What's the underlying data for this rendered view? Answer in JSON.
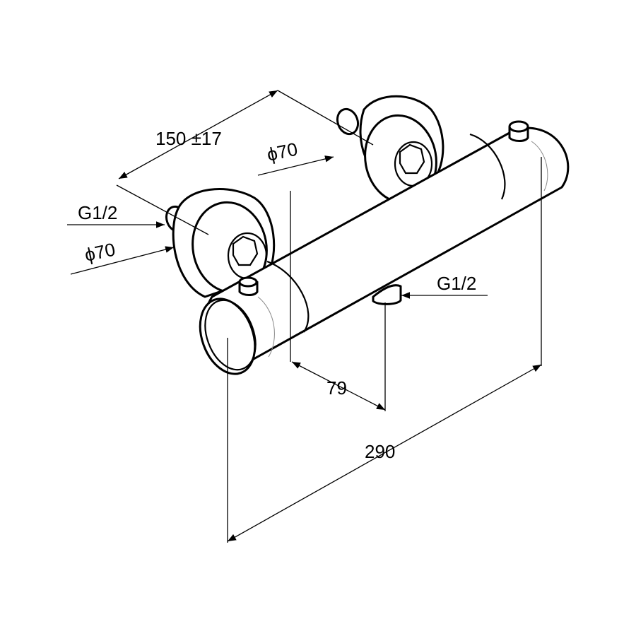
{
  "title": "Thermostatic shower mixer dimension drawing",
  "dimensions": {
    "spacing": "150 ±17",
    "flange_diameter_top": "ϕ70",
    "flange_diameter_left": "ϕ70",
    "inlet_thread": "G1/2",
    "outlet_thread": "G1/2",
    "outlet_offset": "79",
    "overall_length": "290"
  },
  "colors": {
    "line": "#000000",
    "background": "#ffffff"
  }
}
